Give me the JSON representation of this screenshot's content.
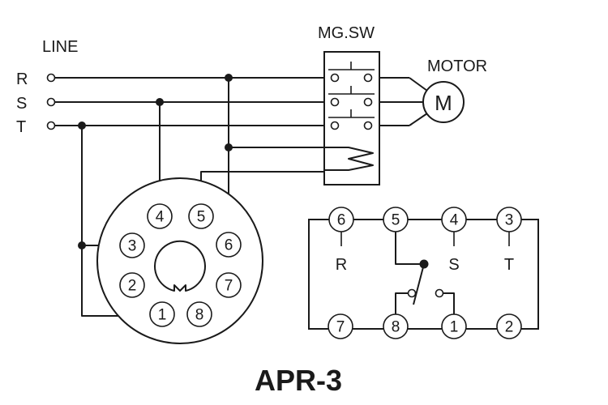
{
  "labels": {
    "line": "LINE",
    "phase_r": "R",
    "phase_s": "S",
    "phase_t": "T",
    "mgsw": "MG.SW",
    "motor": "MOTOR",
    "motor_symbol": "M",
    "title": "APR-3"
  },
  "socket_pins": {
    "p1": "1",
    "p2": "2",
    "p3": "3",
    "p4": "4",
    "p5": "5",
    "p6": "6",
    "p7": "7",
    "p8": "8"
  },
  "internal": {
    "top": {
      "p6": "6",
      "p5": "5",
      "p4": "4",
      "p3": "3"
    },
    "bottom": {
      "p7": "7",
      "p8": "8",
      "p1": "1",
      "p2": "2"
    },
    "sub": {
      "r": "R",
      "s": "S",
      "t": "T"
    }
  },
  "colors": {
    "ink": "#1a1a1a",
    "background": "#ffffff"
  }
}
